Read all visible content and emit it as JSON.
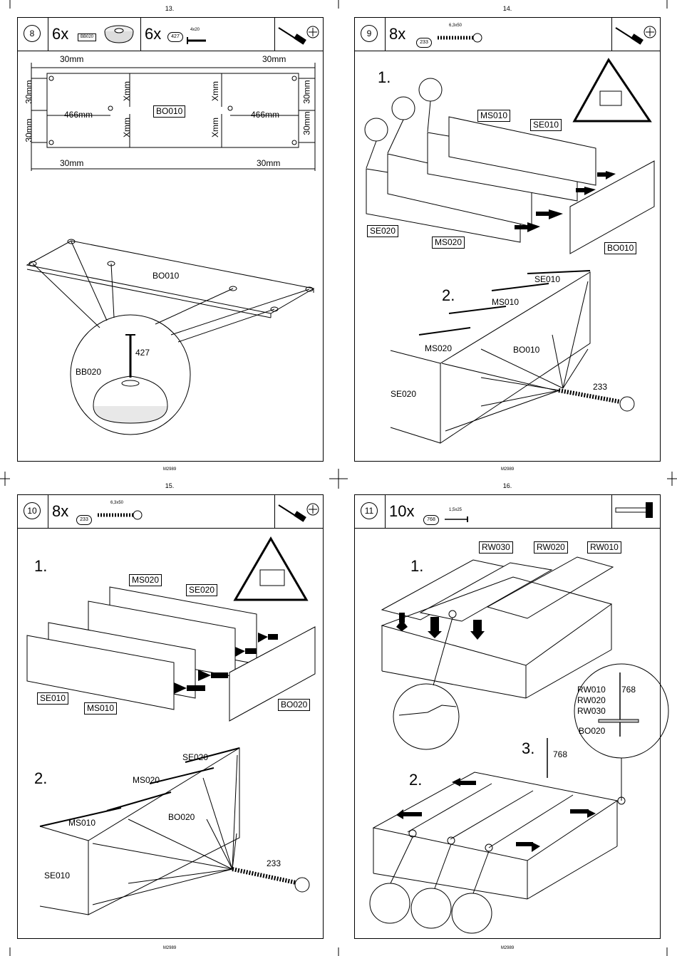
{
  "page_numbers": [
    "13.",
    "14.",
    "15.",
    "16."
  ],
  "footer_code": "M2989",
  "step8": {
    "step": "8",
    "qty_a": "6x",
    "part_a": "BB020",
    "qty_b": "6x",
    "part_b": "427",
    "part_b_size": "4x20",
    "dims": {
      "d30_top_left": "30mm",
      "d30_top_right": "30mm",
      "d30_bot_left": "30mm",
      "d30_bot_right": "30mm",
      "v30_l1": "30mm",
      "v30_l2": "30mm",
      "v30_r1": "30mm",
      "v30_r2": "30mm",
      "d466_left": "466mm",
      "d466_right": "466mm",
      "x1": "Xmm",
      "x2": "Xmm",
      "x3": "Xmm",
      "x4": "Xmm"
    },
    "board_label": "BO010",
    "board_label_3d": "BO010",
    "screw_label": "427",
    "foot_label": "BB020"
  },
  "step9": {
    "step": "9",
    "qty": "8x",
    "part": "233",
    "size": "6,3x50",
    "sub1": "1.",
    "sub2": "2.",
    "labels": {
      "ms010": "MS010",
      "se010": "SE010",
      "se020": "SE020",
      "ms020": "MS020",
      "bo010": "BO010"
    },
    "labels2": {
      "se010": "SE010",
      "ms010": "MS010",
      "ms020": "MS020",
      "bo010": "BO010",
      "se020": "SE020",
      "screw": "233"
    }
  },
  "step10": {
    "step": "10",
    "qty": "8x",
    "part": "233",
    "size": "6,3x50",
    "sub1": "1.",
    "sub2": "2.",
    "labels": {
      "ms020": "MS020",
      "se020": "SE020",
      "se010": "SE010",
      "ms010": "MS010",
      "bo020": "BO020"
    },
    "labels2": {
      "se020": "SE020",
      "ms020": "MS020",
      "bo020": "BO020",
      "ms010": "MS010",
      "se010": "SE010",
      "screw": "233"
    }
  },
  "step11": {
    "step": "11",
    "qty": "10x",
    "part": "768",
    "size": "1,5x25",
    "sub1": "1.",
    "sub2": "2.",
    "sub3": "3.",
    "labels": {
      "rw030": "RW030",
      "rw020": "RW020",
      "rw010": "RW010"
    },
    "detail": {
      "rw010": "RW010",
      "rw020": "RW020",
      "rw030": "RW030",
      "bo020": "BO020",
      "nail": "768"
    },
    "nail3": "768"
  }
}
